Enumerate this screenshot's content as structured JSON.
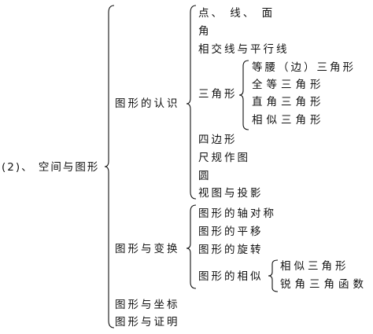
{
  "root": {
    "label": "(2)、 空间与图形"
  },
  "branches": {
    "recognition": {
      "label": "图形的认识",
      "items": {
        "point_line_plane": "点、 线、 面",
        "angle": "角",
        "intersect_parallel": "相交线与平行线",
        "triangle": "三角形",
        "quadrilateral": "四边形",
        "ruler_compass": "尺规作图",
        "circle": "圆",
        "views_projection": "视图与投影"
      },
      "triangle_children": [
        "等腰（边）三角形",
        "全等三角形",
        "直角三角形",
        "相似三角形"
      ]
    },
    "transformation": {
      "label": "图形与变换",
      "items": {
        "axial_symmetry": "图形的轴对称",
        "translation": "图形的平移",
        "rotation": "图形的旋转",
        "similarity": "图形的相似"
      },
      "similarity_children": [
        "相似三角形",
        "锐角三角函数"
      ]
    },
    "coordinates": {
      "label": "图形与坐标"
    },
    "proof": {
      "label": "图形与证明"
    }
  }
}
